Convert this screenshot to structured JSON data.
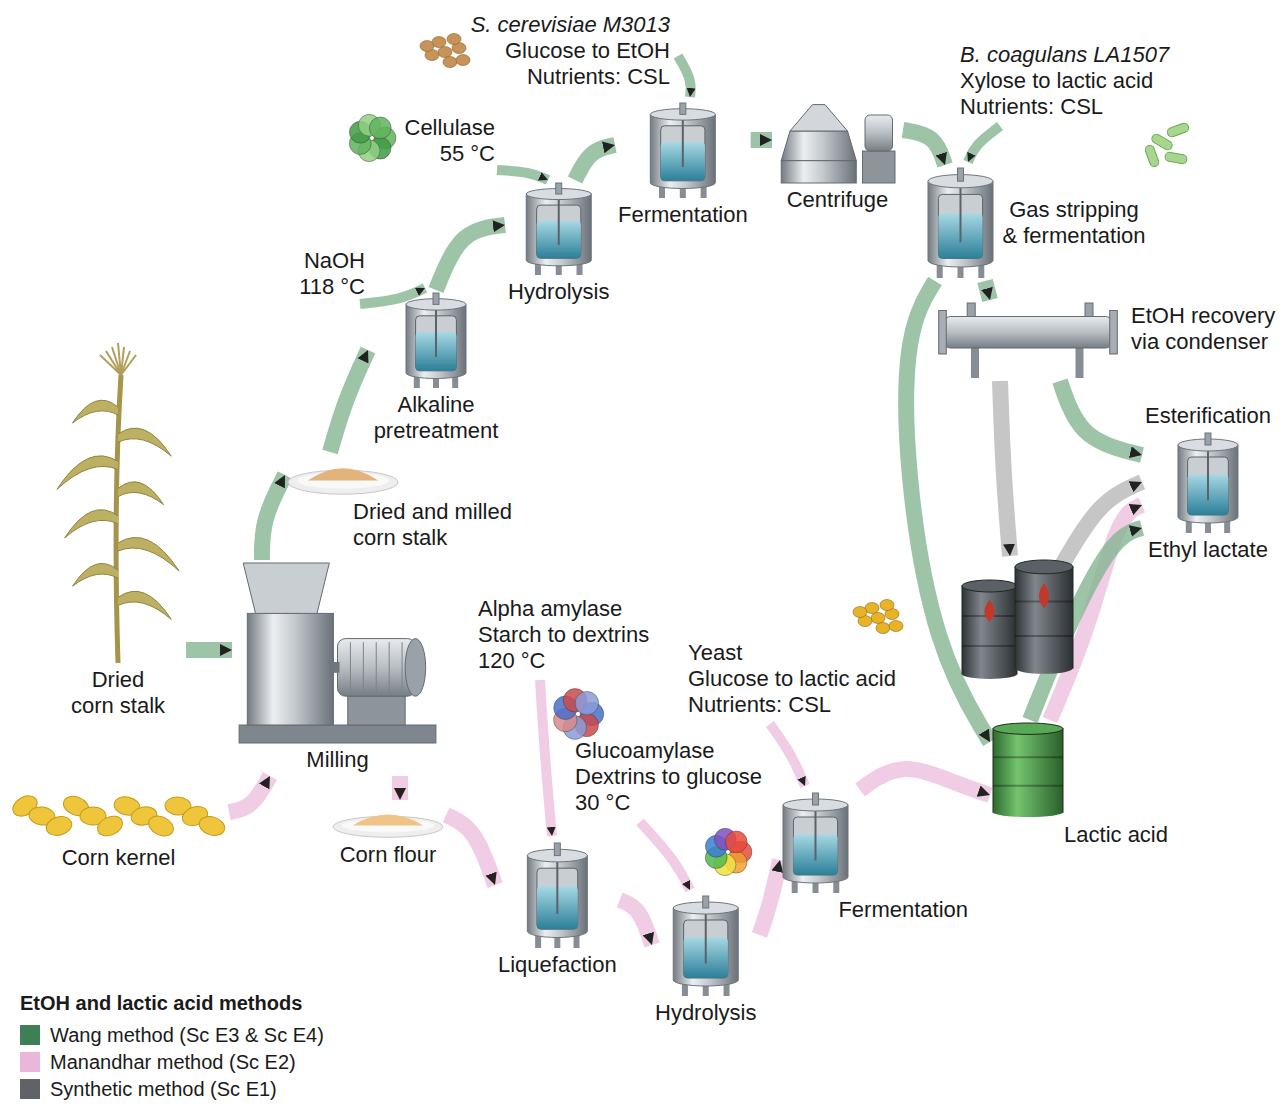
{
  "diagram": {
    "nodes": [
      {
        "text": [
          "Dried corn stalk"
        ]
      },
      {
        "text": [
          "Corn kernel"
        ]
      },
      {
        "text": [
          "Milling"
        ]
      },
      {
        "text": [
          "Dried and milled corn stalk"
        ]
      },
      {
        "text": [
          "Alkaline pretreatment"
        ]
      },
      {
        "text": [
          "Hydrolysis"
        ]
      },
      {
        "text": [
          "Fermentation"
        ]
      },
      {
        "text": [
          "Centrifuge"
        ]
      },
      {
        "text": [
          "Gas stripping & fermentation"
        ]
      },
      {
        "text": [
          "EtOH recovery via condenser"
        ]
      },
      {
        "text": [
          "Esterification",
          "Ethyl lactate"
        ]
      },
      {
        "text": [
          "Corn flour"
        ]
      },
      {
        "text": [
          "Liquefaction"
        ]
      },
      {
        "text": [
          "Hydrolysis"
        ]
      },
      {
        "text": [
          "Fermentation"
        ]
      },
      {
        "text": [
          "Lactic acid"
        ]
      }
    ],
    "edges": [
      {
        "from": 0,
        "to": 2,
        "arrow": "to"
      },
      {
        "from": 1,
        "to": 2,
        "arrow": "to"
      },
      {
        "from": 2,
        "to": 3,
        "arrow": "to"
      },
      {
        "from": 3,
        "to": 4,
        "arrow": "to"
      },
      {
        "from": 4,
        "to": 5,
        "arrow": "to"
      },
      {
        "from": 5,
        "to": 6,
        "arrow": "to"
      },
      {
        "from": 6,
        "to": 7,
        "arrow": "to"
      },
      {
        "from": 7,
        "to": 8,
        "arrow": "to"
      },
      {
        "from": 8,
        "to": 9,
        "arrow": "to"
      },
      {
        "from": 9,
        "to": 10,
        "arrow": "to"
      },
      {
        "from": 8,
        "to": 15,
        "arrow": "to"
      },
      {
        "from": 2,
        "to": 11,
        "arrow": "to"
      },
      {
        "from": 11,
        "to": 12,
        "arrow": "to"
      },
      {
        "from": 12,
        "to": 13,
        "arrow": "to"
      },
      {
        "from": 13,
        "to": 14,
        "arrow": "to"
      },
      {
        "from": 14,
        "to": 15,
        "arrow": "to"
      },
      {
        "from": 15,
        "to": 10,
        "arrow": "to"
      }
    ],
    "labels": [
      "S. cerevisiae M3013",
      "Glucose to EtOH Nutrients: CSL",
      "Cellulase 55 °C",
      "NaOH 118 °C",
      "B. coagulans LA1507",
      "Xylose to lactic acid Nutrients: CSL",
      "Alpha amylase",
      "Starch to dextrins 120 °C",
      "Yeast",
      "Glucose to lactic acid Nutrients: CSL",
      "Glucoamylase",
      "Dextrins to glucose 30 °C",
      "EtOH and lactic acid methods"
    ],
    "legend": [
      {
        "text": "Wang method (Sc E3 & Sc E4)",
        "color": "#3f7f55"
      },
      {
        "text": "Manandhar method (Sc E2)",
        "color": "#e9b7da"
      },
      {
        "text": "Synthetic method (Sc E1)",
        "color": "#5f6368"
      }
    ]
  }
}
